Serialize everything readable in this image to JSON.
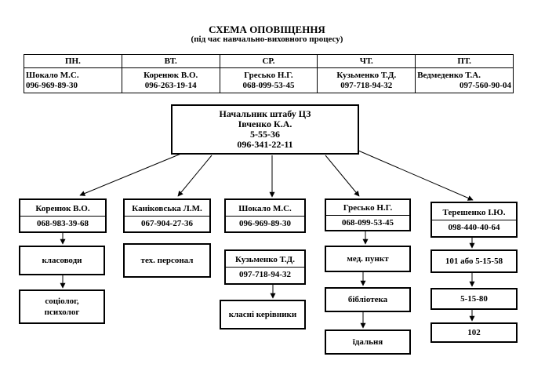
{
  "title": "СХЕМА ОПОВІЩЕННЯ",
  "subtitle": "(під час навчально-виховного процесу)",
  "days": [
    {
      "day": "ПН.",
      "name": "Шокало М.С.",
      "phone": "096-969-89-30"
    },
    {
      "day": "ВТ.",
      "name": "Коренюк В.О.",
      "phone": "096-263-19-14"
    },
    {
      "day": "СР.",
      "name": "Гресько Н.Г.",
      "phone": "068-099-53-45"
    },
    {
      "day": "ЧТ.",
      "name": "Кузьменко Т.Д.",
      "phone": "097-718-94-32"
    },
    {
      "day": "ПТ.",
      "name": "Ведмеденко Т.А.",
      "phone": "097-560-90-04"
    }
  ],
  "chief": {
    "role": "Начальник штабу ЦЗ",
    "name": "Івченко К.А.",
    "phone1": "5-55-36",
    "phone2": "096-341-22-11"
  },
  "columns": [
    {
      "name": "Коренюк В.О.",
      "phone": "068-983-39-68",
      "items": [
        "класоводи",
        "соціолог,\nпсихолог"
      ]
    },
    {
      "name": "Каніковська Л.М.",
      "phone": "067-904-27-36",
      "items": [
        "тех. персонал"
      ]
    },
    {
      "name": "Шокало М.С.",
      "phone": "096-969-89-30",
      "sub": {
        "name": "Кузьменко Т.Д.",
        "phone": "097-718-94-32"
      },
      "items": [
        "класні керівники"
      ]
    },
    {
      "name": "Гресько Н.Г.",
      "phone": "068-099-53-45",
      "items": [
        "мед. пункт",
        "бібліотека",
        "їдальня"
      ]
    },
    {
      "name": "Терешенко І.Ю.",
      "phone": "098-440-40-64",
      "items": [
        "101 або 5-15-58",
        "5-15-80",
        "102"
      ]
    }
  ]
}
